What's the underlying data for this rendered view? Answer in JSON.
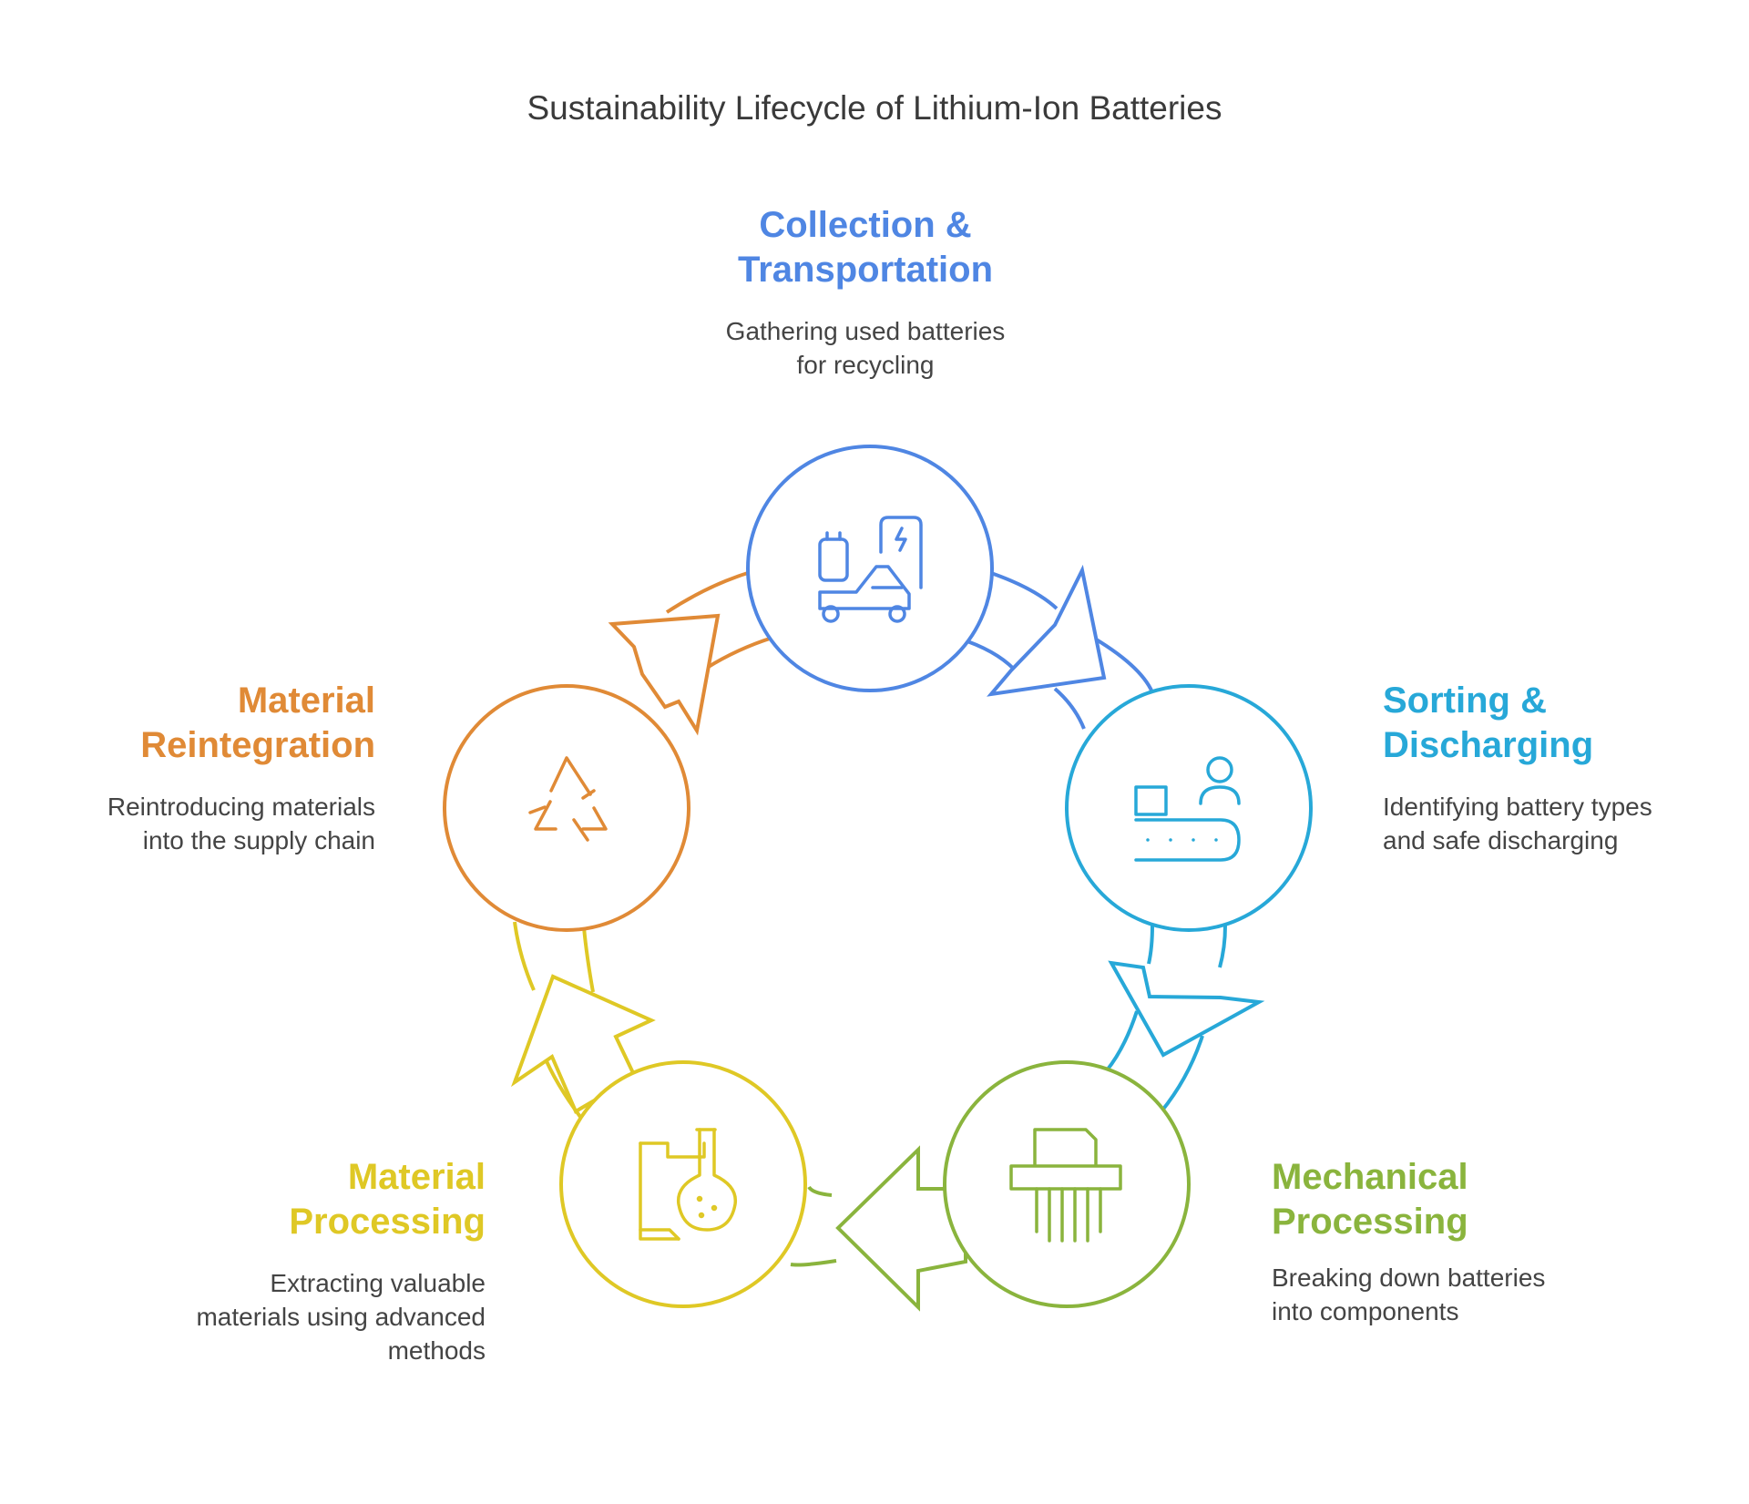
{
  "title": "Sustainability Lifecycle of Lithium-Ion Batteries",
  "stages": [
    {
      "title_lines": [
        "Collection &",
        "Transportation"
      ],
      "desc_lines": [
        "Gathering used batteries",
        "for recycling"
      ],
      "color": "#4f86e3",
      "icon": "electric-vehicle-charging-icon"
    },
    {
      "title_lines": [
        "Sorting &",
        "Discharging"
      ],
      "desc_lines": [
        "Identifying battery types",
        "and safe discharging"
      ],
      "color": "#27a8d8",
      "icon": "conveyor-belt-worker-icon"
    },
    {
      "title_lines": [
        "Mechanical",
        "Processing"
      ],
      "desc_lines": [
        "Breaking down batteries",
        "into components"
      ],
      "color": "#8ab43d",
      "icon": "shredder-icon"
    },
    {
      "title_lines": [
        "Material",
        "Processing"
      ],
      "desc_lines": [
        "Extracting valuable",
        "materials using advanced",
        "methods"
      ],
      "color": "#dfc825",
      "icon": "chemistry-flask-icon"
    },
    {
      "title_lines": [
        "Material",
        "Reintegration"
      ],
      "desc_lines": [
        "Reintroducing materials",
        "into the supply chain"
      ],
      "color": "#e08a36",
      "icon": "recycle-icon"
    }
  ]
}
